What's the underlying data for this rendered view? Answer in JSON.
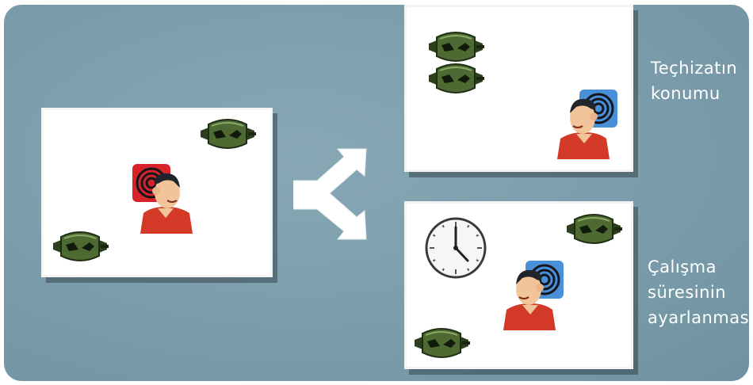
{
  "labels": {
    "equipment_position": [
      "Teçhizatın",
      "konumu"
    ],
    "work_time_adjustment": [
      "Çalışma",
      "süresinin",
      "ayarlanması"
    ]
  },
  "icons": {
    "machine": "machine-icon",
    "worker_stressed": "stressed-worker-icon",
    "worker_calm": "calm-worker-icon",
    "clock": "clock-icon",
    "arrow": "split-arrow-icon"
  },
  "colors": {
    "background": "#7b9dab",
    "panel": "#ffffff",
    "noise_high": "#d8222a",
    "noise_low": "#4a90d9",
    "machine": "#3f5a2a",
    "label_text": "#ffffff"
  }
}
